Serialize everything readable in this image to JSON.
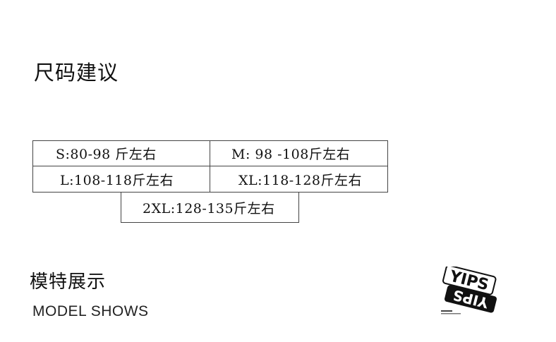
{
  "page": {
    "title": "尺码建议",
    "sizes": [
      {
        "label": "S:80-98 斤左右"
      },
      {
        "label": "M: 98 -108斤左右"
      },
      {
        "label": "L:108-118斤左右"
      },
      {
        "label": "XL:118-128斤左右"
      },
      {
        "label": "2XL:128-135斤左右"
      }
    ],
    "section_title_cn": "模特展示",
    "section_title_en": "MODEL SHOWS",
    "logo": {
      "text": "YIPS",
      "icon": "brand-logo"
    }
  }
}
